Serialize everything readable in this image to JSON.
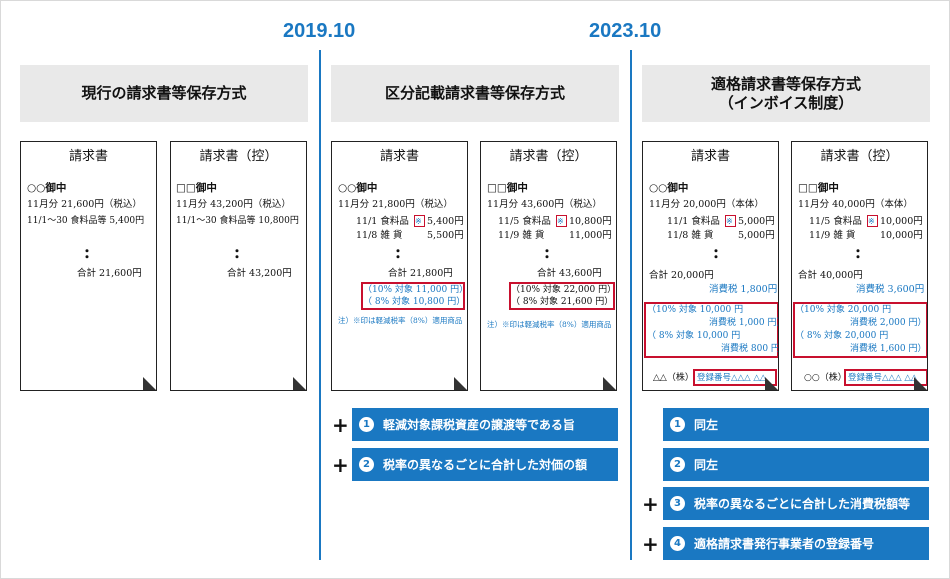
{
  "dates": [
    "2019.10",
    "2023.10"
  ],
  "headers": [
    "現行の請求書等保存方式",
    "区分記載請求書等保存方式",
    "適格請求書等保存方式\n（インボイス制度）"
  ],
  "col1": {
    "left": {
      "title": "請求書",
      "to": "○○御中",
      "month": "11月分  21,600円（税込）",
      "line": "11/1〜30 食料品等 5,400円",
      "total": "合計   21,600円"
    },
    "right": {
      "title": "請求書（控）",
      "to": "□□御中",
      "month": "11月分  43,200円（税込）",
      "line": "11/1〜30 食料品等 10,800円",
      "total": "合計   43,200円"
    }
  },
  "col2": {
    "left": {
      "title": "請求書",
      "to": "○○御中",
      "month": "11月分  21,800円（税込）",
      "l1d": "11/1  食料品",
      "l1m": "※",
      "l1v": "5,400円",
      "l2d": "11/8  雑    貨",
      "l2v": "5,500円",
      "total": "合計   21,800円",
      "r1": "（10% 対象 11,000 円）",
      "r2": "（  8% 対象 10,800 円）",
      "note": "注）※印は軽減税率（8%）適用商品"
    },
    "right": {
      "title": "請求書（控）",
      "to": "□□御中",
      "month": "11月分  43,600円（税込）",
      "l1d": "11/5  食料品",
      "l1m": "※",
      "l1v": "10,800円",
      "l2d": "11/9  雑    貨",
      "l2v": "11,000円",
      "total": "合計   43,600円",
      "r1": "（10% 対象 22,000 円）",
      "r2": "（ 8% 対象 21,600 円）",
      "note": "注）※印は軽減税率（8%）適用商品"
    }
  },
  "col3": {
    "left": {
      "title": "請求書",
      "to": "○○御中",
      "month": "11月分  20,000円（本体）",
      "l1d": "11/1  食料品",
      "l1m": "※",
      "l1v": "5,000円",
      "l2d": "11/8  雑    貨",
      "l2v": "5,000円",
      "total": "合計   20,000円",
      "tax": "消費税 1,800円",
      "r1": "（10% 対象 10,000 円",
      "r2": "消費税 1,000 円）",
      "r3": "（ 8% 対象 10,000 円",
      "r4": "消費税 800 円）",
      "issuer": "△△（株）",
      "reg": "登録番号△△△ △△"
    },
    "right": {
      "title": "請求書（控）",
      "to": "□□御中",
      "month": "11月分  40,000円（本体）",
      "l1d": "11/5  食料品",
      "l1m": "※",
      "l1v": "10,000円",
      "l2d": "11/9  雑    貨",
      "l2v": "10,000円",
      "total": "合計   40,000円",
      "tax": "消費税 3,600円",
      "r1": "（10% 対象 20,000 円",
      "r2": "消費税 2,000 円）",
      "r3": "（ 8% 対象 20,000 円",
      "r4": "消費税 1,600 円）",
      "issuer": "○○（株）",
      "reg": "登録番号△△△ △△"
    }
  },
  "bars_mid": [
    {
      "num": "1",
      "label": "軽減対象課税資産の譲渡等である旨"
    },
    {
      "num": "2",
      "label": "税率の異なるごとに合計した対価の額"
    }
  ],
  "bars_right": [
    {
      "num": "1",
      "label": "同左"
    },
    {
      "num": "2",
      "label": "同左"
    },
    {
      "num": "3",
      "label": "税率の異なるごとに合計した消費税額等"
    },
    {
      "num": "4",
      "label": "適格請求書発行事業者の登録番号"
    }
  ],
  "plus": "+",
  "colors": {
    "accent": "#1a78c2",
    "highlight": "#c8102e",
    "header_bg": "#e9e9e9"
  }
}
